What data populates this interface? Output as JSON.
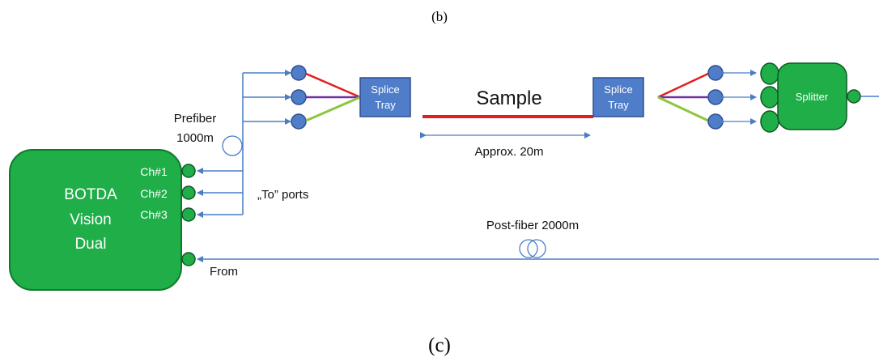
{
  "captions": {
    "top": "(b)",
    "bottom": "(c)"
  },
  "instrument": {
    "name_lines": [
      "BOTDA",
      "Vision",
      "Dual"
    ],
    "channels": [
      "Ch#1",
      "Ch#2",
      "Ch#3"
    ],
    "from_label": "From",
    "to_ports_label": "„To” ports"
  },
  "prefiber": {
    "label_lines": [
      "Prefiber",
      "1000m"
    ]
  },
  "splice_tray_left": {
    "label_lines": [
      "Splice",
      "Tray"
    ]
  },
  "splice_tray_right": {
    "label_lines": [
      "Splice",
      "Tray"
    ]
  },
  "sample": {
    "label": "Sample",
    "length_label": "Approx. 20m"
  },
  "splitter": {
    "label": "Splitter"
  },
  "post_fiber": {
    "label": "Post-fiber 2000m"
  },
  "colors": {
    "green_fill": "#1fae48",
    "green_stroke": "#0e7a2c",
    "blue_fill": "#4f7dc9",
    "blue_stroke": "#2f4f8f",
    "line_blue": "#4a7dc4",
    "red": "#e21f1f",
    "purple": "#7030a0",
    "light_green": "#8dc63f"
  }
}
